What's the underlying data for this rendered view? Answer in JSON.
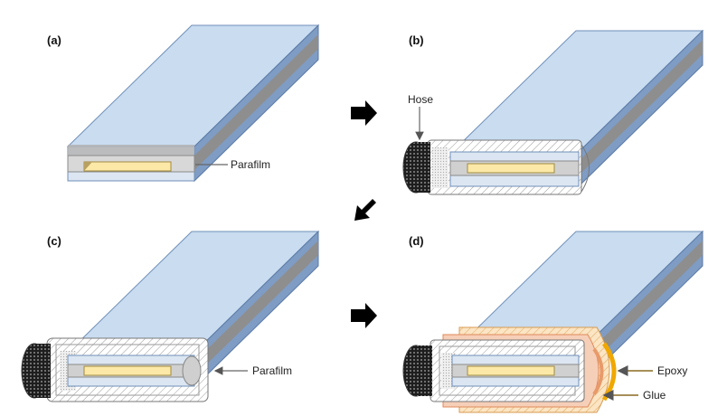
{
  "panels": {
    "a": {
      "label": "(a)",
      "callouts": [
        "Parafilm"
      ]
    },
    "b": {
      "label": "(b)",
      "callouts": [
        "Hose"
      ]
    },
    "c": {
      "label": "(c)",
      "callouts": [
        "Parafilm"
      ]
    },
    "d": {
      "label": "(d)",
      "callouts": [
        "Epoxy",
        "Glue"
      ]
    }
  },
  "colors": {
    "slide_top": "#c9dcf0",
    "slide_side": "#6f8fb8",
    "gap": "#8a8a8a",
    "sample": "#fce9a8",
    "parafilm": "#b4b4b4",
    "hose": "#2b2b2b",
    "epoxy": "#f4c070",
    "glue": "#e89a6a",
    "arrow": "#000000"
  }
}
